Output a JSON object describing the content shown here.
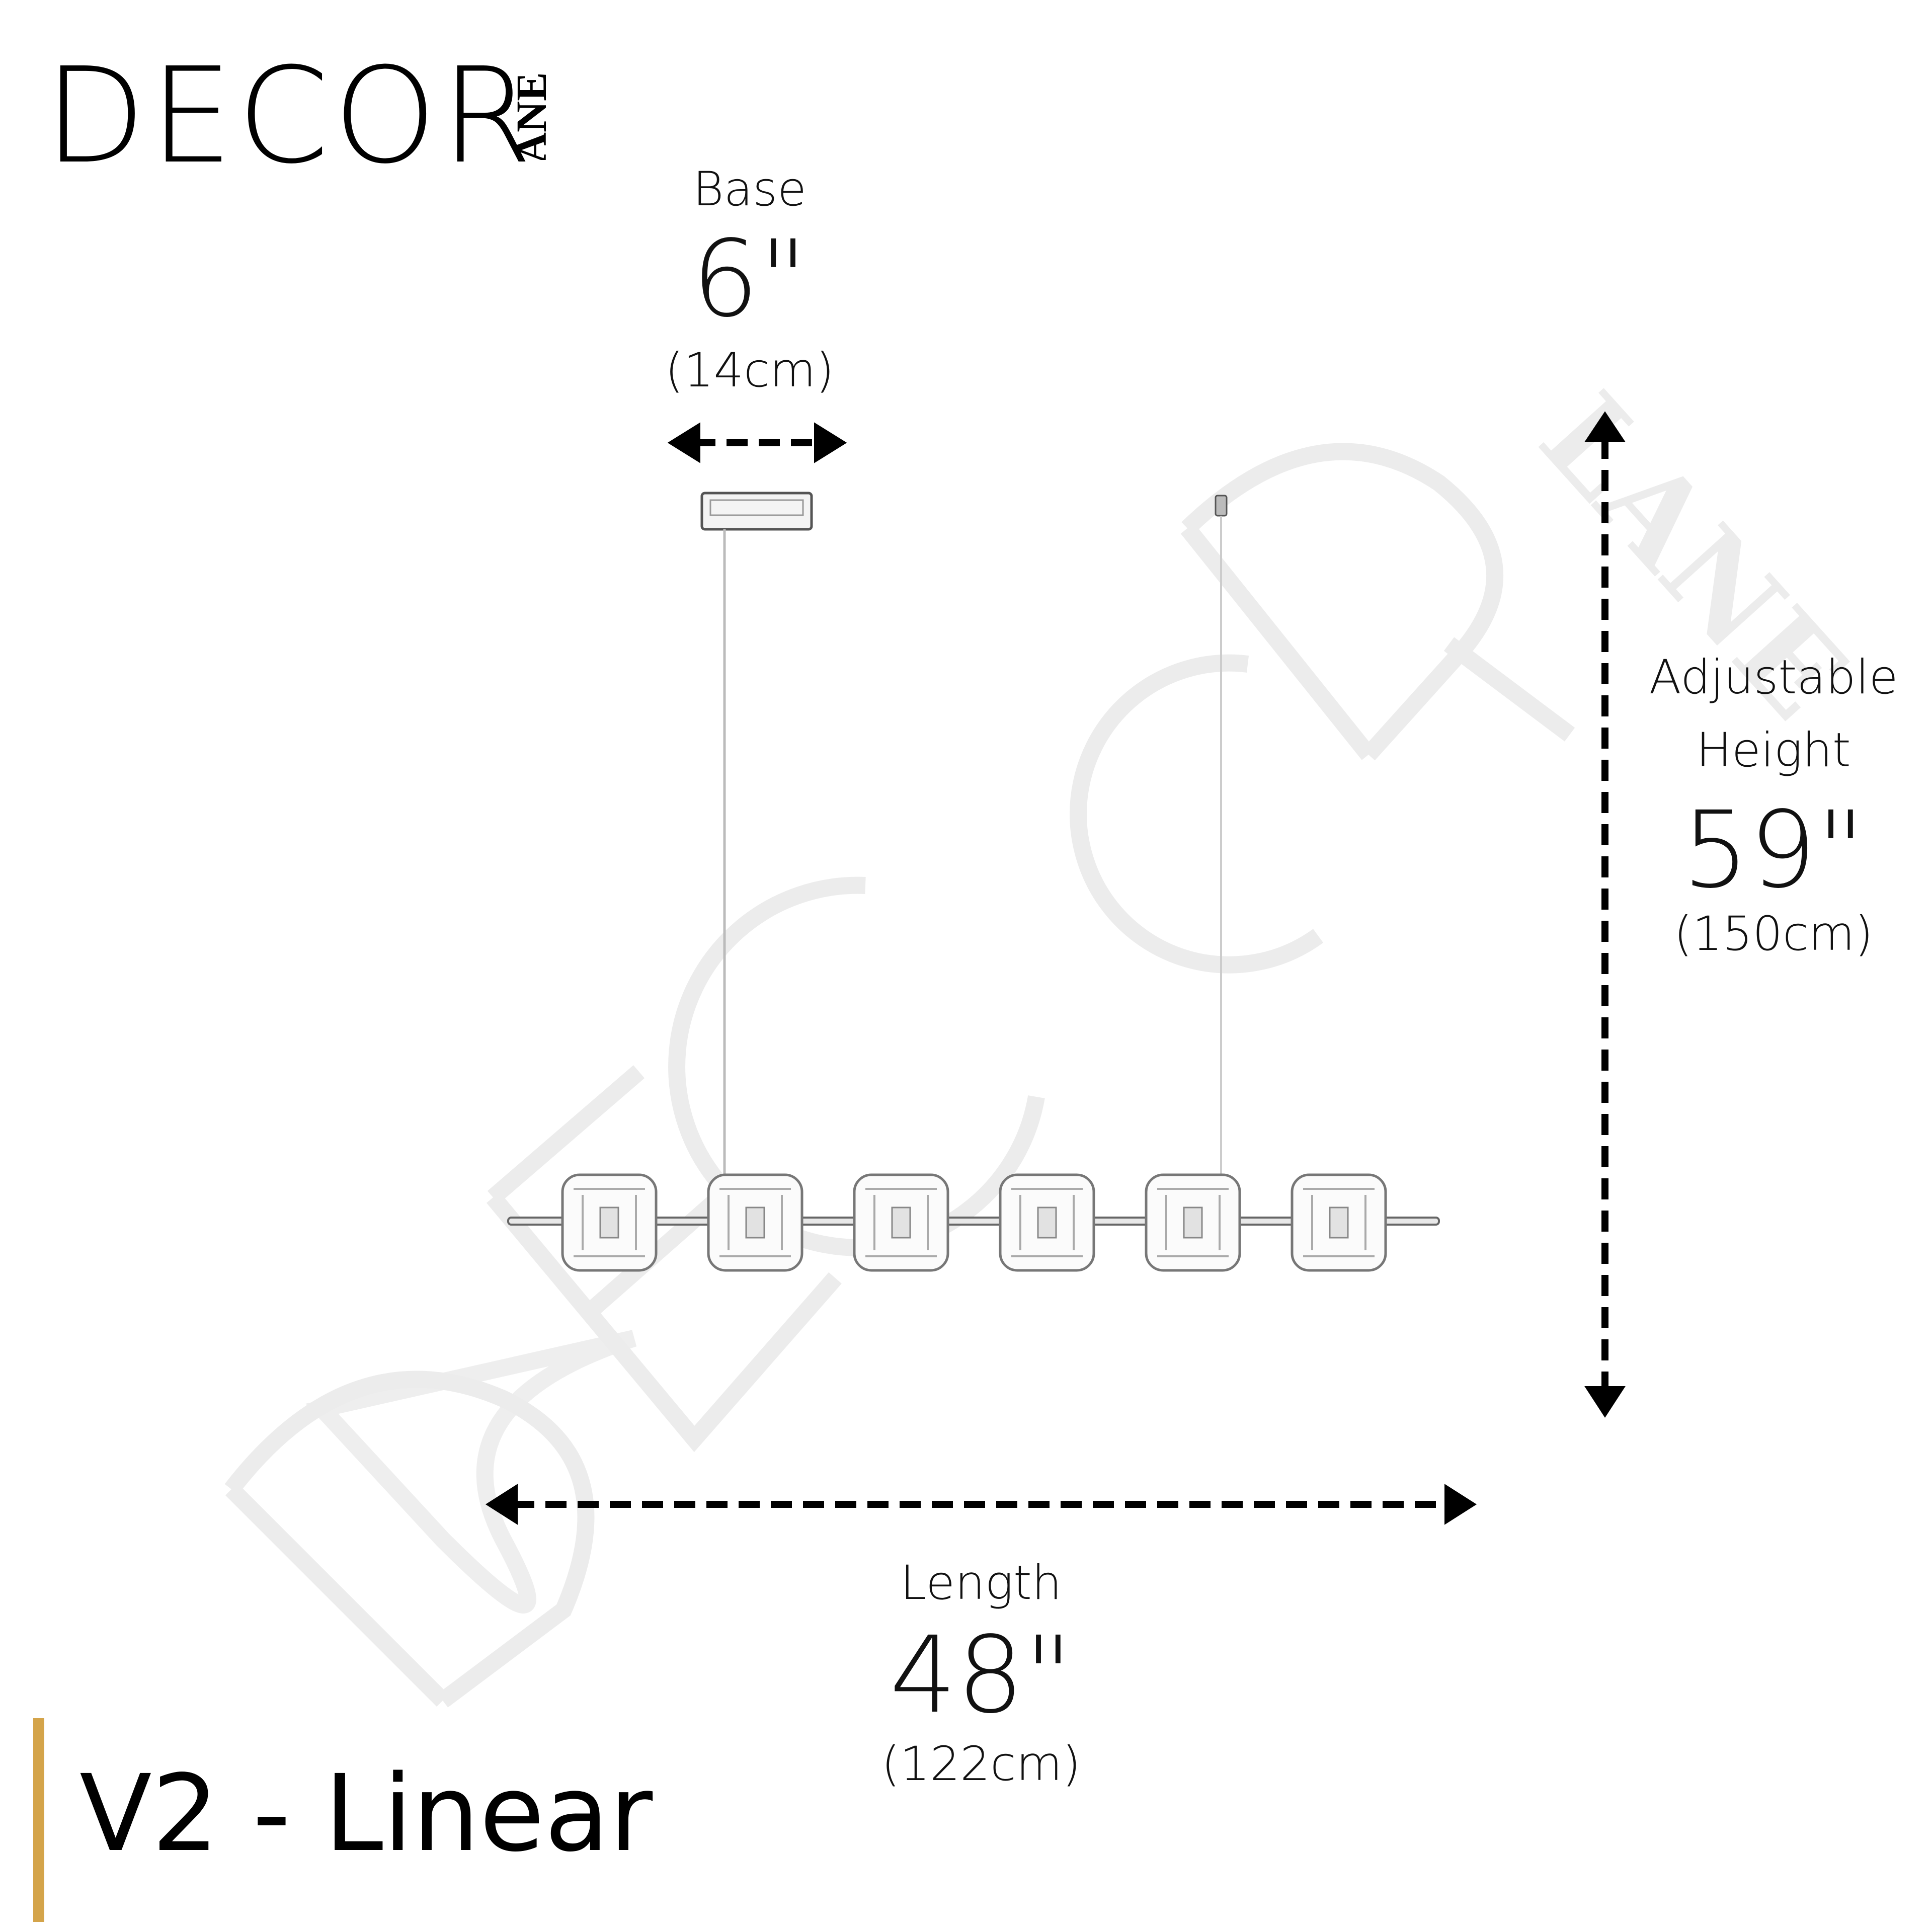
{
  "brand": {
    "name": "DECOR",
    "sub": "LANE"
  },
  "base": {
    "label": "Base",
    "inches": "6\"",
    "cm": "(14cm)"
  },
  "height": {
    "label_line1": "Adjustable",
    "label_line2": "Height",
    "inches": "59\"",
    "cm": "(150cm)"
  },
  "length": {
    "label": "Length",
    "inches": "48\"",
    "cm": "(122cm)"
  },
  "product": {
    "variant": "V2 - Linear"
  },
  "colors": {
    "accent": "#d4a44a",
    "ink": "#111111",
    "watermark": "#ececec"
  },
  "diagram": {
    "shade_count": 6
  }
}
